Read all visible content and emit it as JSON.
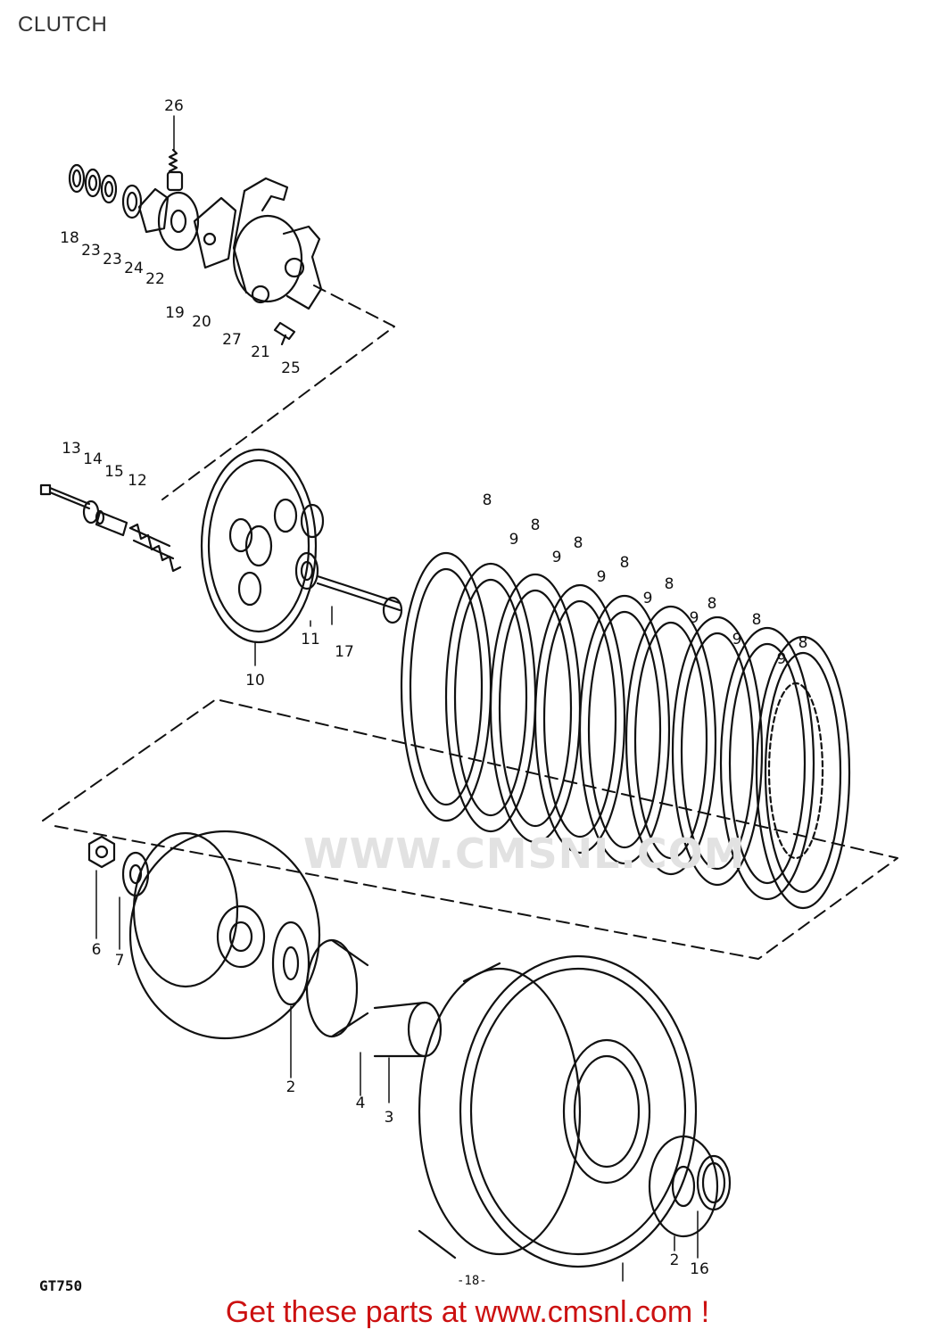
{
  "title": "CLUTCH",
  "model_code": "GT750",
  "page_number": "-18-",
  "watermark": "WWW.CMSNL.COM",
  "cta": {
    "label": "Get these parts at www.cmsnl.com !"
  },
  "colors": {
    "cta": "#cc1111",
    "ink": "#111111",
    "watermark": "#e2e2e2"
  },
  "callouts": [
    {
      "id": "c26",
      "label": "26"
    },
    {
      "id": "c18",
      "label": "18"
    },
    {
      "id": "c23a",
      "label": "23"
    },
    {
      "id": "c23b",
      "label": "23"
    },
    {
      "id": "c24",
      "label": "24"
    },
    {
      "id": "c22",
      "label": "22"
    },
    {
      "id": "c19",
      "label": "19"
    },
    {
      "id": "c20",
      "label": "20"
    },
    {
      "id": "c27",
      "label": "27"
    },
    {
      "id": "c21",
      "label": "21"
    },
    {
      "id": "c25",
      "label": "25"
    },
    {
      "id": "c13",
      "label": "13"
    },
    {
      "id": "c14",
      "label": "14"
    },
    {
      "id": "c15",
      "label": "15"
    },
    {
      "id": "c12",
      "label": "12"
    },
    {
      "id": "c11",
      "label": "11"
    },
    {
      "id": "c17",
      "label": "17"
    },
    {
      "id": "c10",
      "label": "10"
    },
    {
      "id": "c8a",
      "label": "8"
    },
    {
      "id": "c8b",
      "label": "8"
    },
    {
      "id": "c8c",
      "label": "8"
    },
    {
      "id": "c8d",
      "label": "8"
    },
    {
      "id": "c8e",
      "label": "8"
    },
    {
      "id": "c8f",
      "label": "8"
    },
    {
      "id": "c8g",
      "label": "8"
    },
    {
      "id": "c8h",
      "label": "8"
    },
    {
      "id": "c9a",
      "label": "9"
    },
    {
      "id": "c9b",
      "label": "9"
    },
    {
      "id": "c9c",
      "label": "9"
    },
    {
      "id": "c9d",
      "label": "9"
    },
    {
      "id": "c9e",
      "label": "9"
    },
    {
      "id": "c9f",
      "label": "9"
    },
    {
      "id": "c9g",
      "label": "9"
    },
    {
      "id": "c6",
      "label": "6"
    },
    {
      "id": "c7",
      "label": "7"
    },
    {
      "id": "c2a",
      "label": "2"
    },
    {
      "id": "c4",
      "label": "4"
    },
    {
      "id": "c3",
      "label": "3"
    },
    {
      "id": "c2b",
      "label": "2"
    },
    {
      "id": "c16",
      "label": "16"
    }
  ]
}
